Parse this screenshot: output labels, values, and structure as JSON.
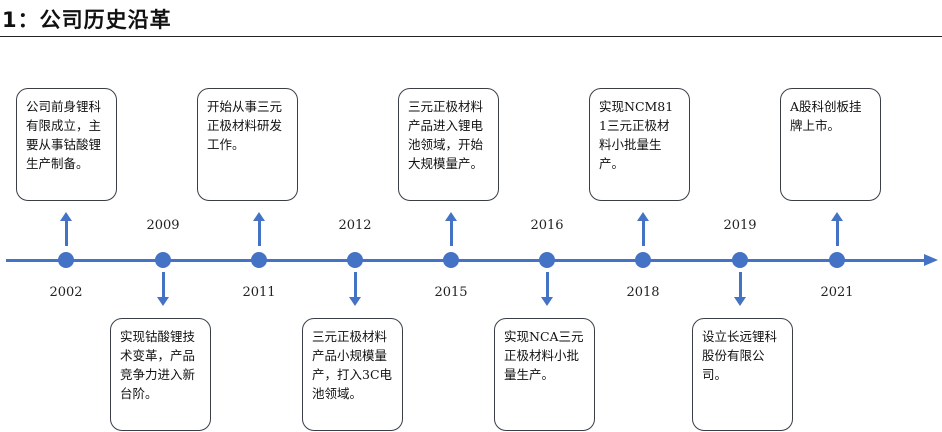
{
  "heading": "1：公司历史沿革",
  "colors": {
    "accent": "#4472c4",
    "border": "#3a3f47"
  },
  "timeline": [
    {
      "year": "2002",
      "text": "公司前身锂科有限成立，主要从事钴酸锂生产制备。"
    },
    {
      "year": "2009",
      "text": "实现钴酸锂技术变革，产品竞争力进入新台阶。"
    },
    {
      "year": "2011",
      "text": "开始从事三元正极材料研发工作。"
    },
    {
      "year": "2012",
      "text": "三元正极材料产品小规模量产，打入3C电池领域。"
    },
    {
      "year": "2015",
      "text": "三元正极材料产品进入锂电池领域，开始大规模量产。"
    },
    {
      "year": "2016",
      "text": "实现NCA三元正极材料小批量生产。"
    },
    {
      "year": "2018",
      "text": "实现NCM811三元正极材料小批量生产。"
    },
    {
      "year": "2019",
      "text": "设立长远锂科股份有限公司。"
    },
    {
      "year": "2021",
      "text": "A股科创板挂牌上市。"
    }
  ]
}
